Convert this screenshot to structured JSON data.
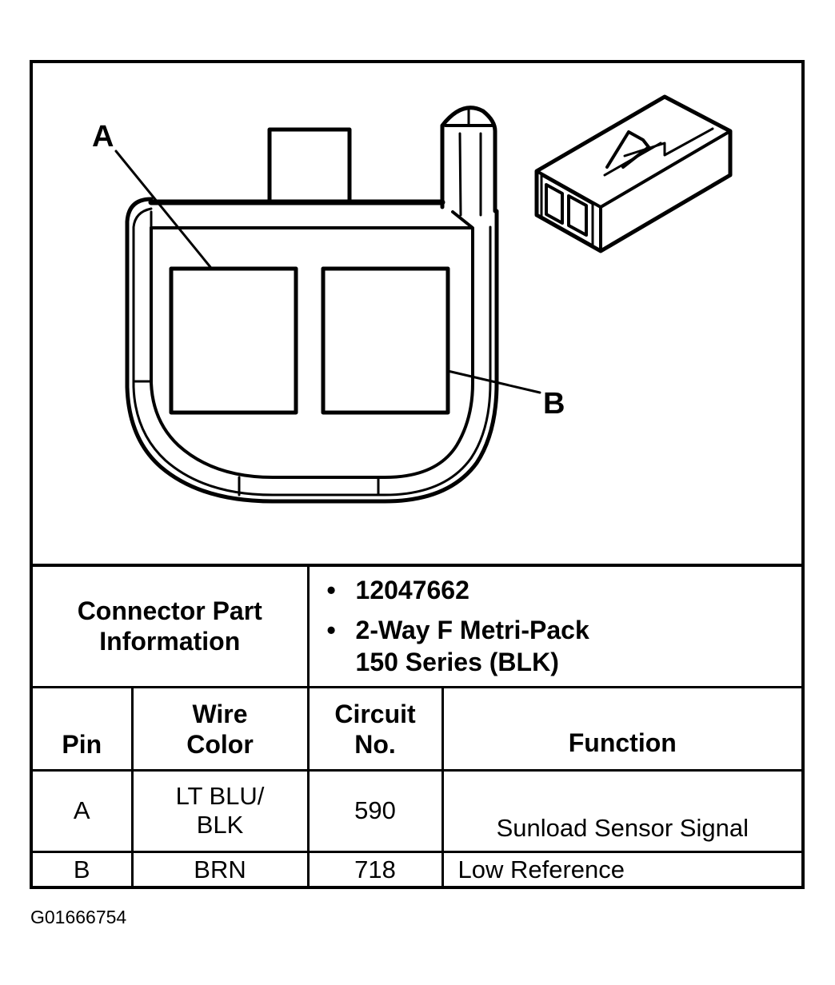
{
  "callouts": {
    "a": "A",
    "b": "B"
  },
  "part_info": {
    "label_line1": "Connector Part",
    "label_line2": "Information",
    "bullet": "•",
    "part_number": "12047662",
    "connector_type_line1": "2-Way F Metri-Pack",
    "connector_type_line2": "150 Series (BLK)"
  },
  "columns": {
    "pin": "Pin",
    "wire_color_line1": "Wire",
    "wire_color_line2": "Color",
    "circuit_line1": "Circuit",
    "circuit_line2": "No.",
    "function": "Function"
  },
  "rows": [
    {
      "pin": "A",
      "wire_color_line1": "LT BLU/",
      "wire_color_line2": "BLK",
      "circuit": "590",
      "function": "Sunload Sensor Signal"
    },
    {
      "pin": "B",
      "wire_color_line1": "BRN",
      "wire_color_line2": "",
      "circuit": "718",
      "function": "Low Reference"
    }
  ],
  "figure_id": "G01666754"
}
